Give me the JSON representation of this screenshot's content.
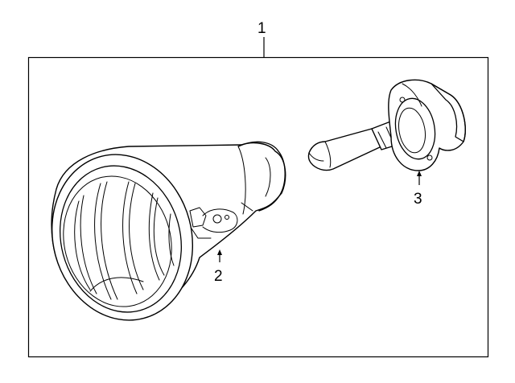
{
  "diagram": {
    "callouts": [
      {
        "id": "assembly",
        "label": "1"
      },
      {
        "id": "housing",
        "label": "2"
      },
      {
        "id": "bulb",
        "label": "3"
      }
    ],
    "colors": {
      "line": "#000000",
      "background": "#ffffff"
    }
  }
}
